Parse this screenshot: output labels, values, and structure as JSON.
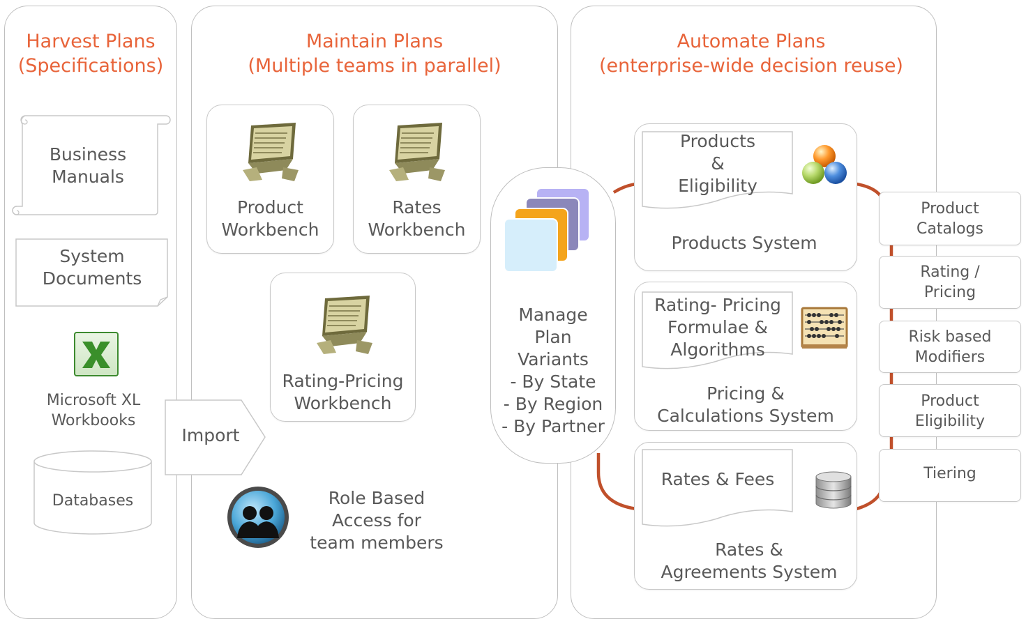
{
  "harvest": {
    "title": [
      "Harvest Plans",
      "(Specifications)"
    ],
    "business_manuals": [
      "Business",
      "Manuals"
    ],
    "system_documents": [
      "System",
      "Documents"
    ],
    "excel": [
      "Microsoft XL",
      "Workbooks"
    ],
    "databases": "Databases",
    "import_label": "Import"
  },
  "maintain": {
    "title": [
      "Maintain Plans",
      "(Multiple teams in parallel)"
    ],
    "product_workbench": [
      "Product",
      "Workbench"
    ],
    "rates_workbench": [
      "Rates",
      "Workbench"
    ],
    "rating_workbench": [
      "Rating-Pricing",
      "Workbench"
    ],
    "role_access": [
      "Role Based",
      "Access for",
      "team members"
    ]
  },
  "manage": {
    "lines": [
      "Manage",
      "Plan",
      "Variants",
      "- By State",
      "- By Region",
      "- By Partner"
    ]
  },
  "automate": {
    "title": [
      "Automate Plans",
      "(enterprise-wide decision reuse)"
    ],
    "products_doc": [
      "Products",
      "&",
      "Eligibility"
    ],
    "products_system": "Products System",
    "pricing_doc": [
      "Rating- Pricing",
      "Formulae &",
      "Algorithms"
    ],
    "pricing_system": [
      "Pricing &",
      "Calculations System"
    ],
    "rates_doc": "Rates & Fees",
    "rates_system": [
      "Rates &",
      "Agreements System"
    ]
  },
  "side_items": [
    [
      "Product",
      "Catalogs"
    ],
    [
      "Rating /",
      "Pricing"
    ],
    [
      "Risk based",
      "Modifiers"
    ],
    [
      "Product",
      "Eligibility"
    ],
    [
      "Tiering"
    ]
  ],
  "colors": {
    "accent_title": "#e8643a",
    "connector": "#c0502b",
    "border": "#bfbfbf",
    "text": "#595959"
  }
}
